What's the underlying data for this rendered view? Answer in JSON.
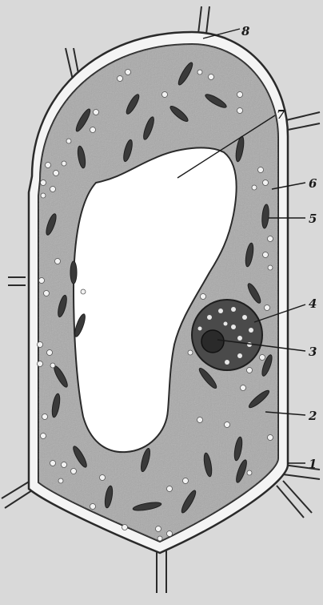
{
  "figure": {
    "description_labels": [
      "1",
      "2",
      "3",
      "4",
      "5",
      "6",
      "7",
      "8"
    ],
    "colors": {
      "background": "#d9d9d9",
      "cytoplasm": "#a9a9a9",
      "wall": "#f4f4f4",
      "outline": "#2a2a2a",
      "vacuole": "#ffffff",
      "chloroplast": "#3a3a3a",
      "nucleus": "#4a4a4a",
      "granule": "#f2f2f2"
    }
  }
}
